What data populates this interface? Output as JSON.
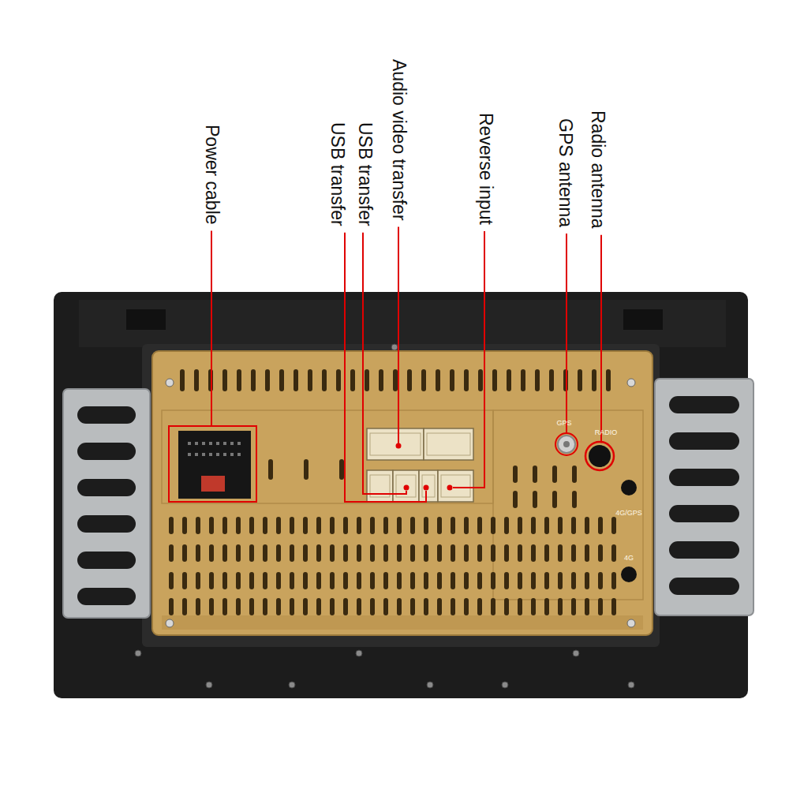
{
  "diagram": {
    "labels": [
      "Power cable",
      "USB transfer",
      "USB transfer",
      "Audio video transfer",
      "Reverse input",
      "GPS antenna",
      "Radio antenna",
      "GPS",
      "RADIO",
      "4G/GPS",
      "4G"
    ]
  }
}
